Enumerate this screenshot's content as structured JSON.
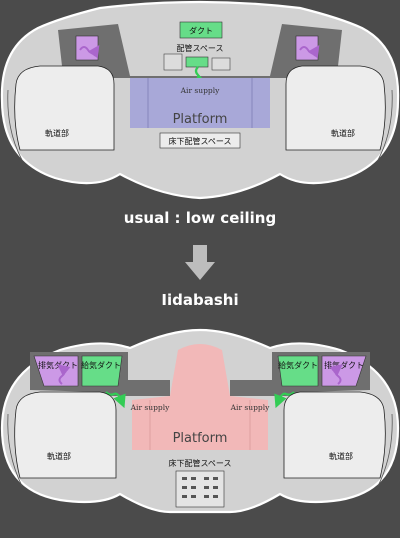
{
  "colors": {
    "background": "#4b4b4b",
    "platform_usual": "#a8a8d8",
    "platform_iidabashi": "#f2b8b8",
    "duct_supply": "#66dd88",
    "duct_exhaust": "#cc99e6",
    "air_arrow": "#33cc55",
    "exhaust_arrow": "#aa66cc"
  },
  "top": {
    "duct_label": "ダクト",
    "piping_label": "配管スペース",
    "air_supply_label": "Air supply",
    "platform_label": "Platform",
    "track_left_label": "軌道部",
    "track_right_label": "軌道部",
    "underfloor_label": "床下配管スペース"
  },
  "caption_usual": "usual : low ceiling",
  "caption_iidabashi": "Iidabashi",
  "bottom": {
    "exhaust_left_label": "排気ダクト",
    "supply_left_label": "給気ダクト",
    "supply_right_label": "給気ダクト",
    "exhaust_right_label": "排気ダクト",
    "air_supply_left_label": "Air supply",
    "air_supply_right_label": "Air supply",
    "platform_label": "Platform",
    "track_left_label": "軌道部",
    "track_right_label": "軌道部",
    "underfloor_label": "床下配管スペース"
  },
  "icons": {
    "flow_arrow": "down-arrow-icon",
    "air_arrow": "squiggle-arrow-icon"
  }
}
